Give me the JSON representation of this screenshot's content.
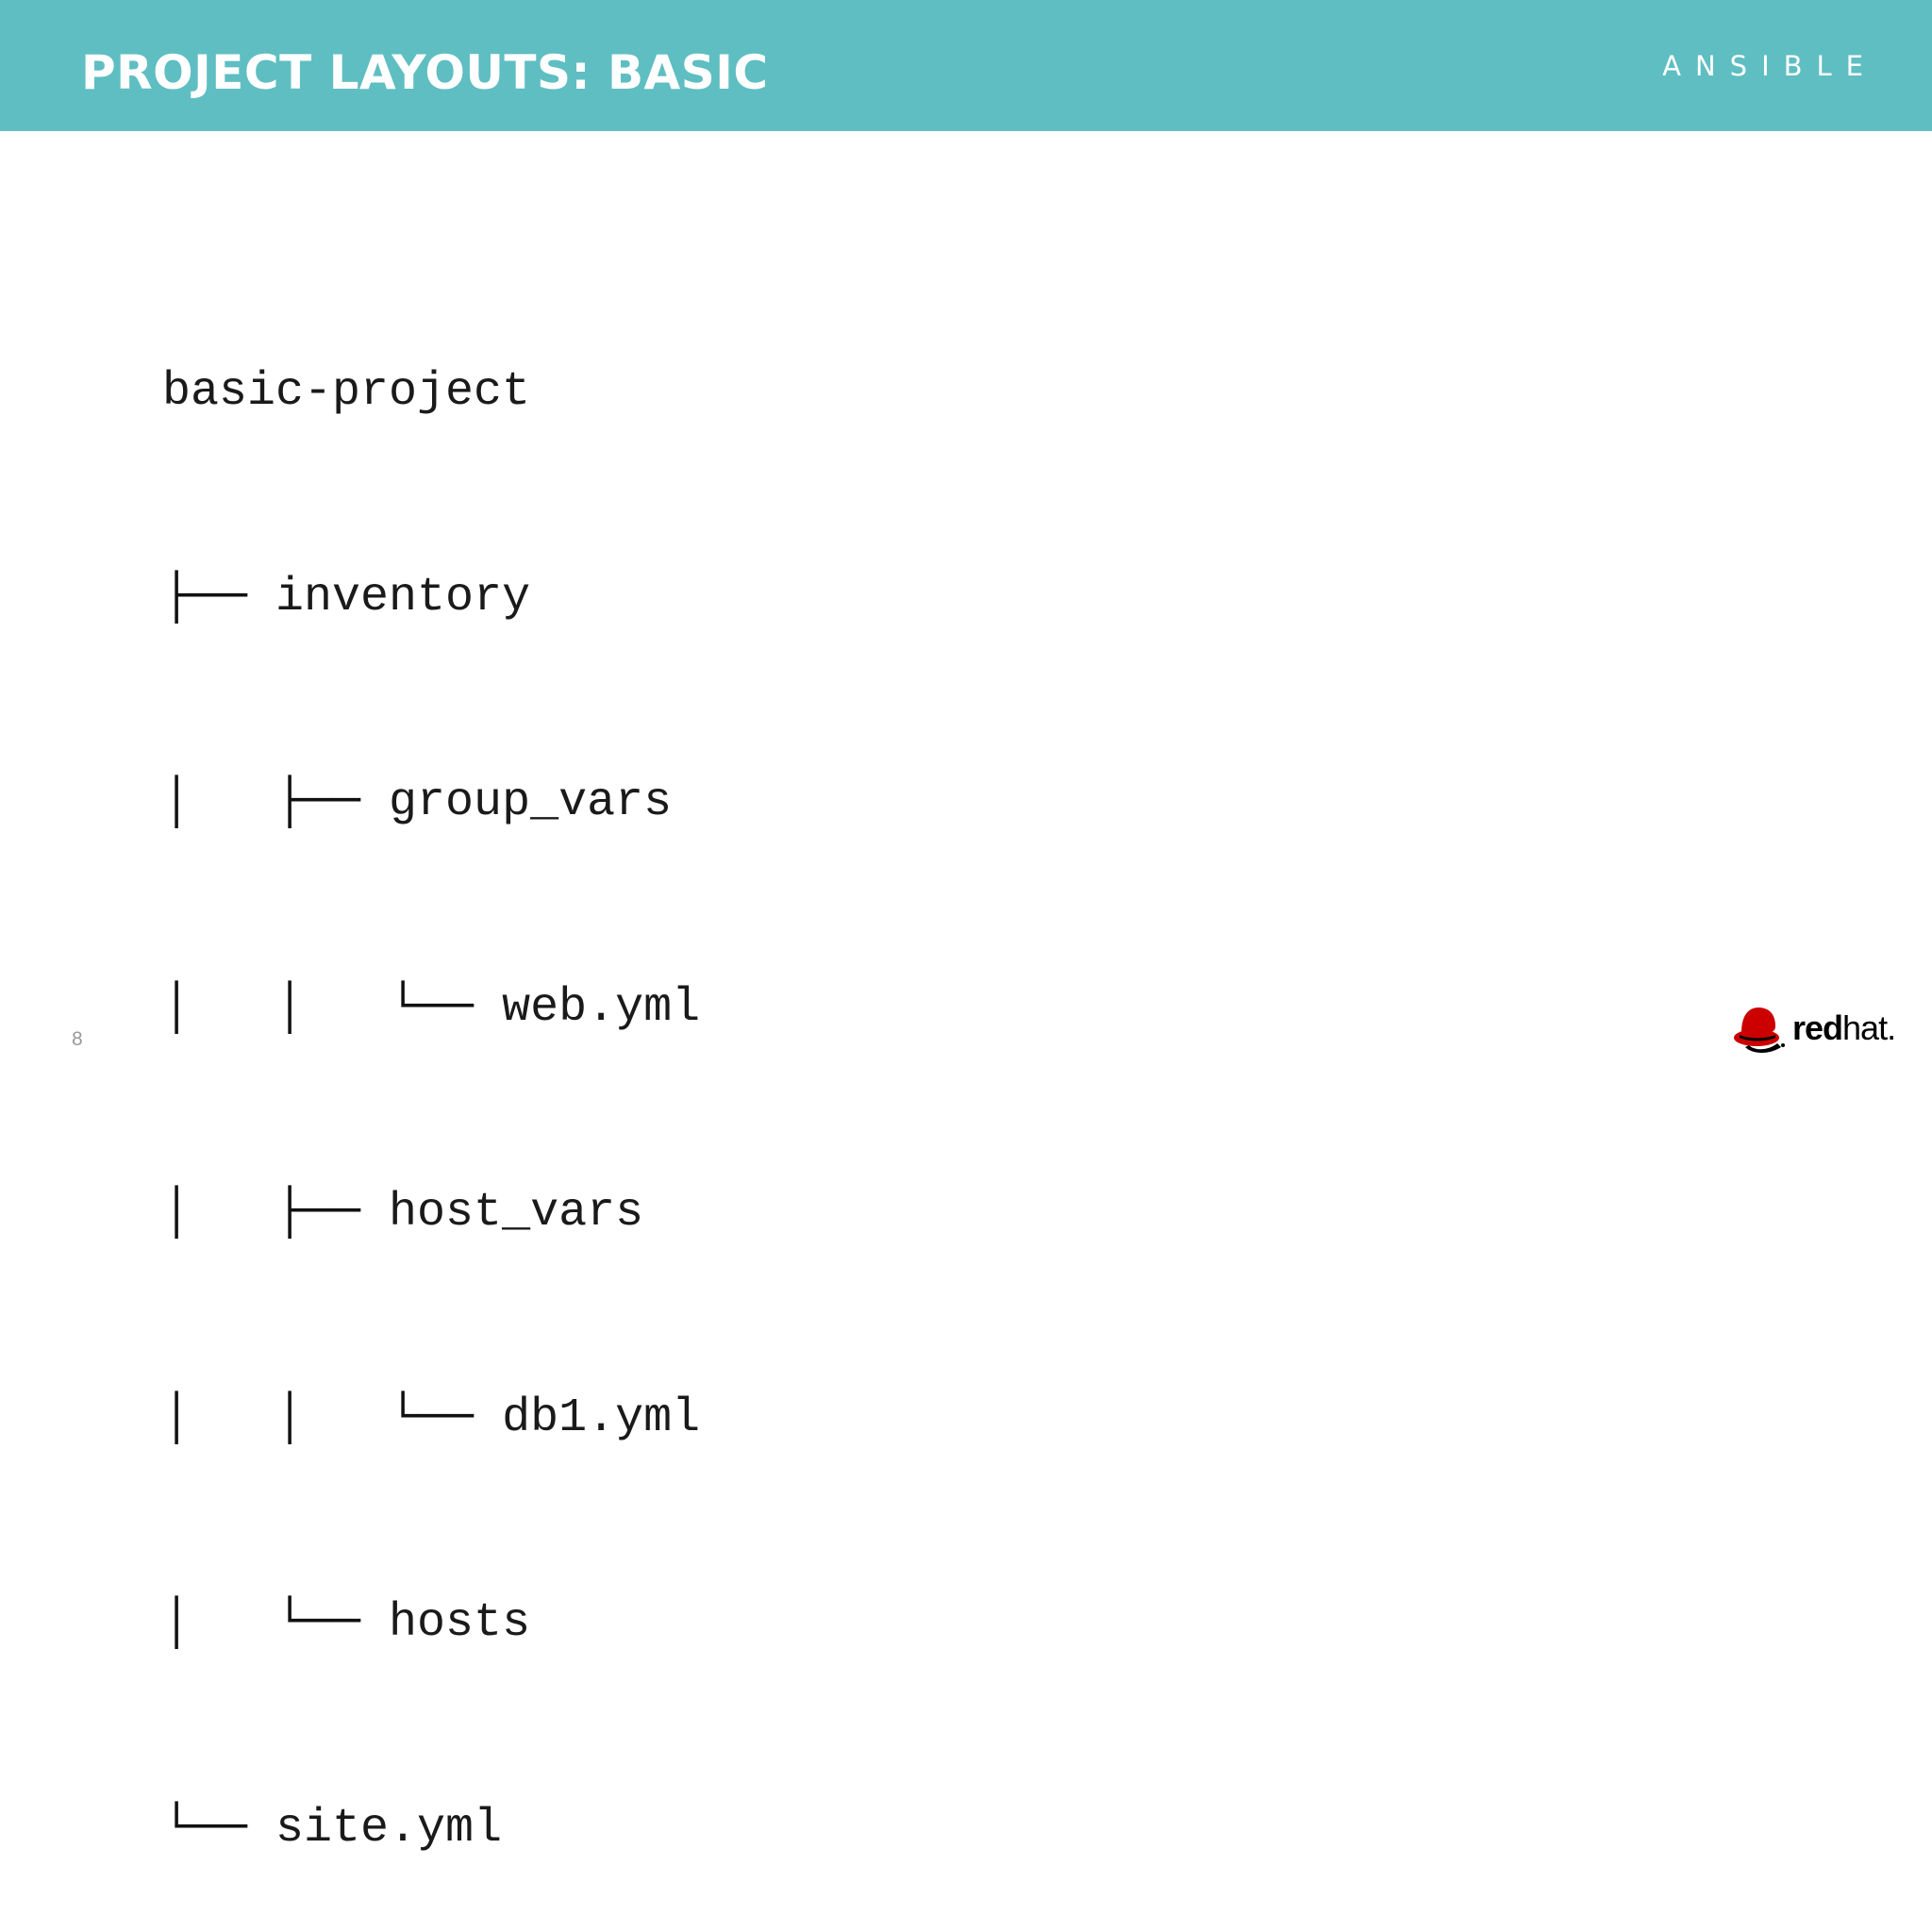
{
  "header": {
    "title": "PROJECT LAYOUTS: BASIC",
    "brand": "ANSIBLE",
    "background_color": "#5fbec1"
  },
  "tree": {
    "lines": [
      {
        "branch": "",
        "name": "basic-project"
      },
      {
        "branch": "├── ",
        "name": "inventory"
      },
      {
        "branch": "│   ├── ",
        "name": "group_vars"
      },
      {
        "branch": "│   │   └── ",
        "name": "web.yml"
      },
      {
        "branch": "│   ├── ",
        "name": "host_vars"
      },
      {
        "branch": "│   │   └── ",
        "name": "db1.yml"
      },
      {
        "branch": "│   └── ",
        "name": "hosts"
      },
      {
        "branch": "└── ",
        "name": "site.yml"
      }
    ]
  },
  "footer": {
    "page_number": "8",
    "logo": {
      "icon": "redhat-shadowman-icon",
      "text_bold": "red",
      "text_regular": "hat."
    }
  }
}
